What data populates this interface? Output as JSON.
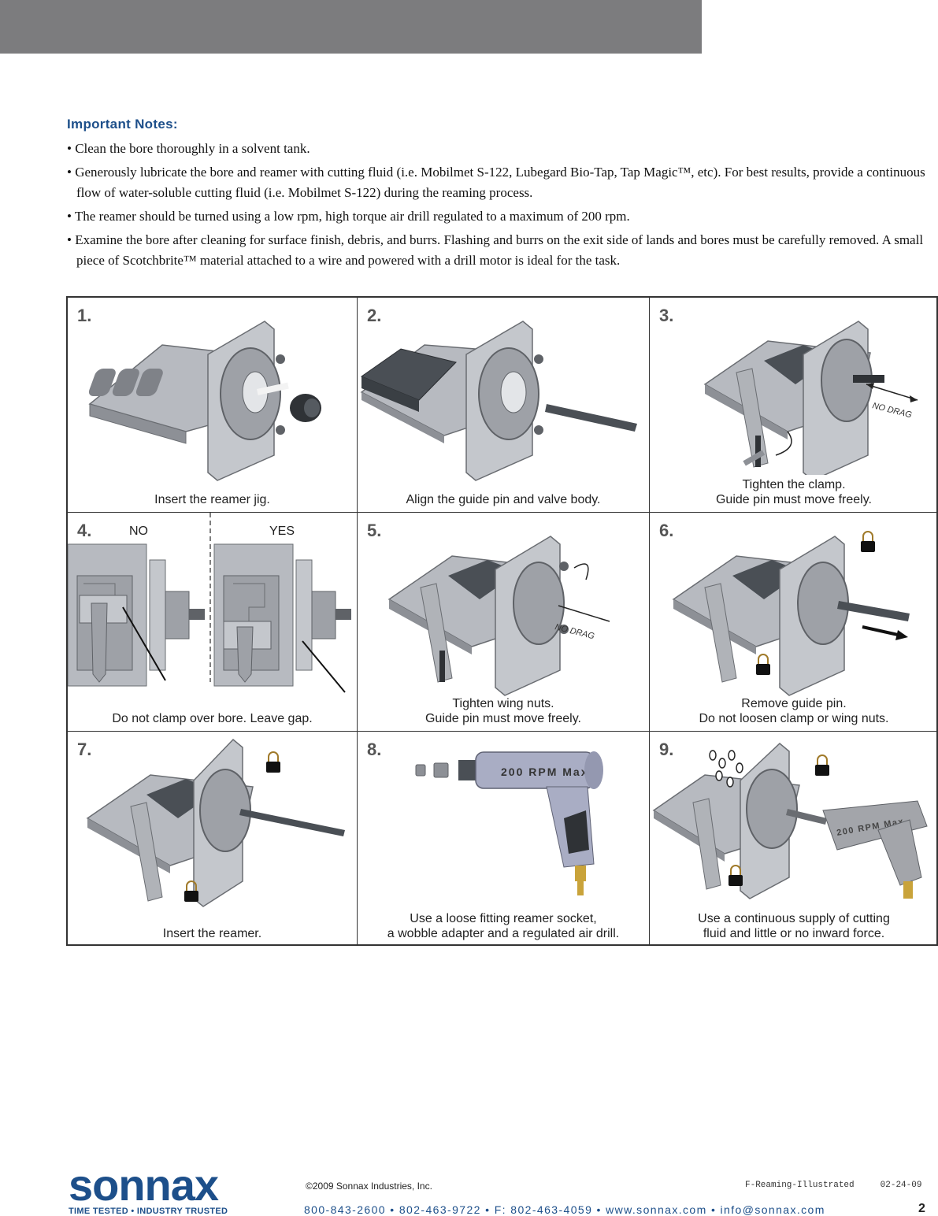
{
  "notes": {
    "title": "Important Notes:",
    "items": [
      "Clean the bore thoroughly in a solvent tank.",
      "Generously lubricate the bore and reamer with cutting fluid (i.e. Mobilmet S-122, Lubegard Bio-Tap, Tap Magic™, etc). For best results, provide a continuous flow of water-soluble cutting fluid (i.e. Mobilmet S-122) during the reaming process.",
      "The reamer should be turned using a low rpm, high torque air drill regulated to a maximum of 200 rpm.",
      "Examine the bore after cleaning for surface finish, debris, and burrs. Flashing and burrs on the exit side of lands and bores must be carefully removed. A small piece of Scotchbrite™ material attached to a wire and powered with a drill motor is ideal for the task."
    ]
  },
  "steps": [
    {
      "num": "1.",
      "caption": [
        "Insert the reamer jig."
      ]
    },
    {
      "num": "2.",
      "caption": [
        "Align the guide pin and valve body."
      ]
    },
    {
      "num": "3.",
      "caption": [
        "Tighten the clamp.",
        "Guide pin must move freely."
      ],
      "label": "NO DRAG"
    },
    {
      "num": "4.",
      "caption": [
        "Do not clamp over bore. Leave gap."
      ],
      "no_label": "NO",
      "yes_label": "YES"
    },
    {
      "num": "5.",
      "caption": [
        "Tighten wing nuts.",
        "Guide pin must move freely."
      ],
      "label": "NO DRAG"
    },
    {
      "num": "6.",
      "caption": [
        "Remove guide pin.",
        "Do not loosen clamp or wing nuts."
      ]
    },
    {
      "num": "7.",
      "caption": [
        "Insert the reamer."
      ]
    },
    {
      "num": "8.",
      "caption": [
        "Use a loose fitting reamer socket,",
        "a wobble adapter and a regulated air drill."
      ],
      "drill_label": "200 RPM Max."
    },
    {
      "num": "9.",
      "caption": [
        "Use a continuous supply of cutting",
        "fluid and little or no inward force."
      ],
      "drill_label": "200 RPM Max."
    }
  ],
  "footer": {
    "logo": "sonnax",
    "tagline": "TIME TESTED • INDUSTRY TRUSTED",
    "copyright": "©2009 Sonnax Industries, Inc.",
    "doc_id": "F-Reaming-Illustrated",
    "date": "02-24-09",
    "contact": "800-843-2600 • 802-463-9722 • F: 802-463-4059 • www.sonnax.com • info@sonnax.com",
    "page": "2"
  },
  "colors": {
    "accent": "#1d4f8a",
    "header_bar": "#7c7c7e"
  }
}
